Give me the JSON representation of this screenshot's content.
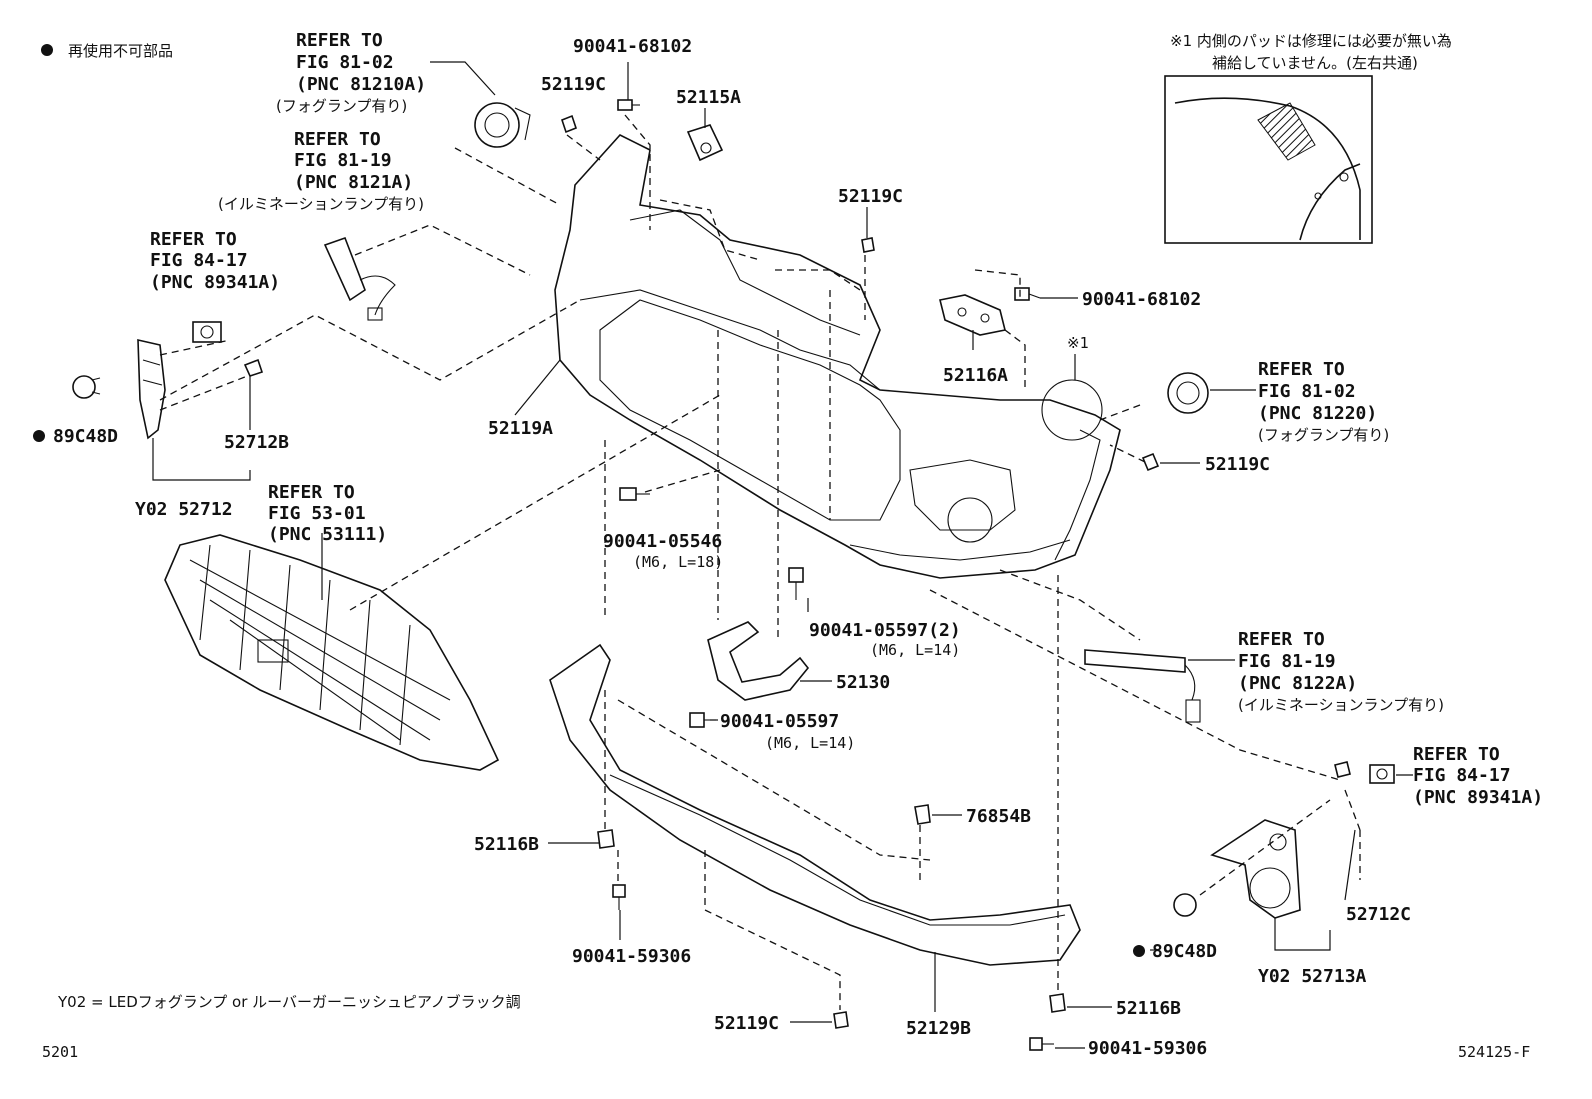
{
  "legend": {
    "bullet": "●",
    "text": "再使用不可部品"
  },
  "note": {
    "line1": "※1 内側のパッドは修理には必要が無い為",
    "line2": "補給していません。(左右共通)",
    "marker": "※1"
  },
  "footer": {
    "y02_note": "Y02 = LEDフォグランプ or ルーバーガーニッシュピアノブラック調",
    "page_left": "5201",
    "page_right": "524125-F"
  },
  "refs": {
    "fog_left": [
      "REFER TO",
      "FIG 81-02",
      "(PNC 81210A)",
      "(フォグランプ有り)"
    ],
    "illum_left": [
      "REFER TO",
      "FIG 81-19",
      "(PNC 8121A)",
      "(イルミネーションランプ有り)"
    ],
    "sensor_left": [
      "REFER TO",
      "FIG 84-17",
      "(PNC 89341A)"
    ],
    "grille": [
      "REFER TO",
      "FIG 53-01",
      "(PNC 53111)"
    ],
    "fog_right": [
      "REFER TO",
      "FIG 81-02",
      "(PNC 81220)",
      "(フォグランプ有り)"
    ],
    "illum_right": [
      "REFER TO",
      "FIG 81-19",
      "(PNC 8122A)",
      "(イルミネーションランプ有り)"
    ],
    "sensor_right": [
      "REFER TO",
      "FIG 84-17",
      "(PNC 89341A)"
    ]
  },
  "parts": {
    "p_90041_68102_top": "90041-68102",
    "p_52119C_top": "52119C",
    "p_52115A": "52115A",
    "p_52119C_mid": "52119C",
    "p_90041_68102_right": "90041-68102",
    "p_52116A": "52116A",
    "p_52119A": "52119A",
    "p_89C48D_left": "89C48D",
    "p_52712B": "52712B",
    "p_y02_52712": "Y02 52712",
    "p_52119C_right": "52119C",
    "p_90041_05546": "90041-05546",
    "p_90041_05546_spec": "(M6, L=18)",
    "p_90041_05597_2": "90041-05597(2)",
    "p_90041_05597_2_spec": "(M6, L=14)",
    "p_52130": "52130",
    "p_90041_05597": "90041-05597",
    "p_90041_05597_spec": "(M6, L=14)",
    "p_76854B": "76854B",
    "p_52116B_left": "52116B",
    "p_90041_59306_left": "90041-59306",
    "p_52119C_bottom": "52119C",
    "p_52129B": "52129B",
    "p_52116B_right": "52116B",
    "p_90041_59306_right": "90041-59306",
    "p_52712C": "52712C",
    "p_89C48D_right": "89C48D",
    "p_y02_52713A": "Y02 52713A"
  }
}
